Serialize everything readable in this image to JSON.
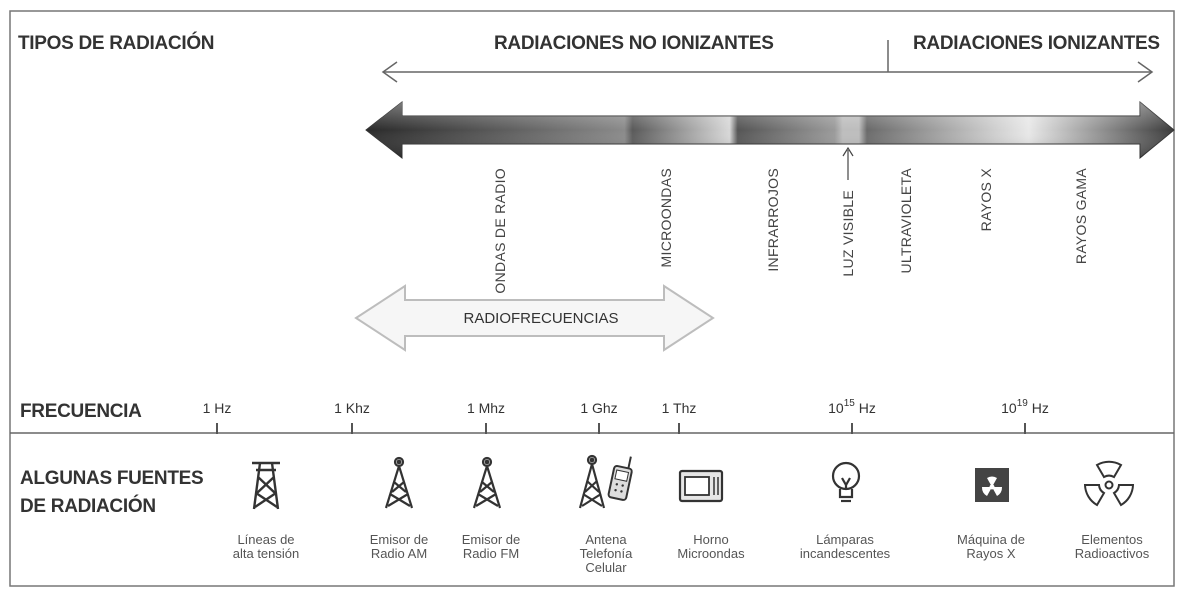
{
  "labels": {
    "types": "TIPOS DE RADIACIÓN",
    "non_ionizing": "RADIACIONES NO IONIZANTES",
    "ionizing": "RADIACIONES IONIZANTES",
    "radiofrequencies": "RADIOFRECUENCIAS",
    "frequency": "FRECUENCIA",
    "sources_line1": "ALGUNAS FUENTES",
    "sources_line2": "DE RADIACIÓN"
  },
  "spectrum": [
    "ONDAS DE RADIO",
    "MICROONDAS",
    "INFRARROJOS",
    "LUZ VISIBLE",
    "ULTRAVIOLETA",
    "RAYOS X",
    "RAYOS GAMA"
  ],
  "frequencies": [
    {
      "text": "1 Hz"
    },
    {
      "text": "1 Khz"
    },
    {
      "text": "1 Mhz"
    },
    {
      "text": "1 Ghz"
    },
    {
      "text": "1 Thz"
    },
    {
      "base": "10",
      "sup": "15",
      "unit": " Hz"
    },
    {
      "base": "10",
      "sup": "19",
      "unit": " Hz"
    }
  ],
  "sources": [
    {
      "icon": "power-tower-icon",
      "lines": [
        "Líneas de",
        "alta tensión"
      ]
    },
    {
      "icon": "am-antenna-icon",
      "lines": [
        "Emisor de",
        "Radio AM"
      ]
    },
    {
      "icon": "fm-antenna-icon",
      "lines": [
        "Emisor de",
        "Radio FM"
      ]
    },
    {
      "icon": "cell-antenna-phone-icon",
      "lines": [
        "Antena",
        "Telefonía",
        "Celular"
      ]
    },
    {
      "icon": "microwave-oven-icon",
      "lines": [
        "Horno",
        "Microondas"
      ]
    },
    {
      "icon": "light-bulb-icon",
      "lines": [
        "Lámparas",
        "incandescentes"
      ]
    },
    {
      "icon": "xray-machine-icon",
      "lines": [
        "Máquina de",
        "Rayos X"
      ]
    },
    {
      "icon": "radioactive-icon",
      "lines": [
        "Elementos",
        "Radioactivos"
      ]
    }
  ]
}
